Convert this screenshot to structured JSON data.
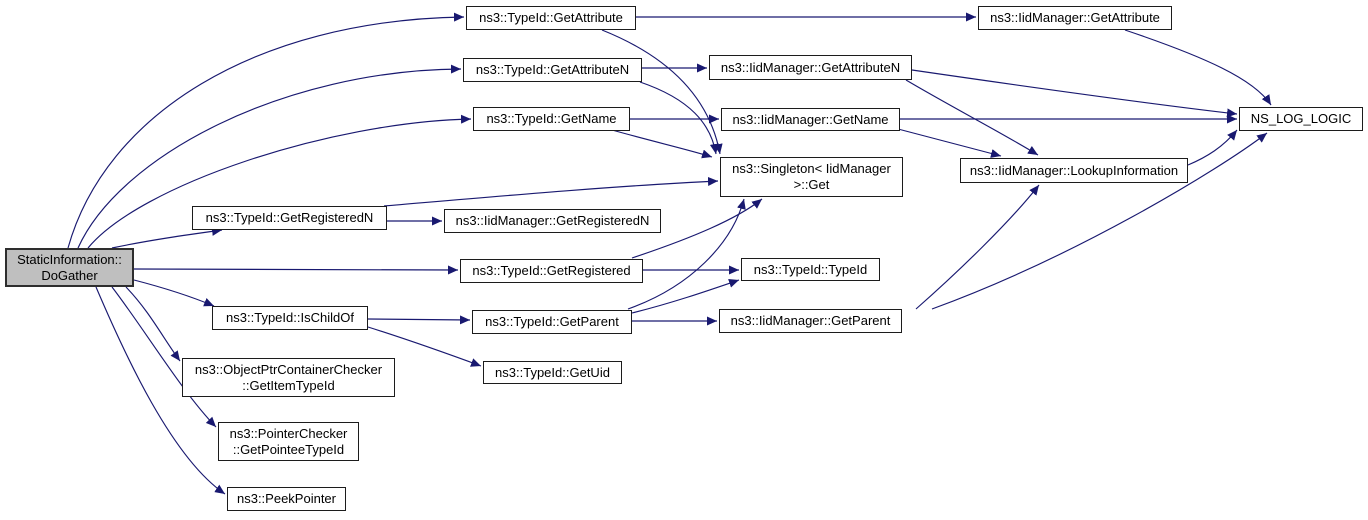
{
  "diagram": {
    "type": "call-graph",
    "colors": {
      "edge": "#191970",
      "node_border": "#1c1c1c",
      "node_fill": "#ffffff",
      "highlight_fill": "#bfbfbf",
      "text": "#000000",
      "background": "#ffffff"
    },
    "nodes": [
      {
        "id": "dogather",
        "highlighted": true,
        "label_lines": [
          "StaticInformation::",
          "DoGather"
        ]
      },
      {
        "id": "tid-getattribute",
        "highlighted": false,
        "label_lines": [
          "ns3::TypeId::GetAttribute"
        ]
      },
      {
        "id": "tid-getattributen",
        "highlighted": false,
        "label_lines": [
          "ns3::TypeId::GetAttributeN"
        ]
      },
      {
        "id": "tid-getname",
        "highlighted": false,
        "label_lines": [
          "ns3::TypeId::GetName"
        ]
      },
      {
        "id": "tid-getregisteredn",
        "highlighted": false,
        "label_lines": [
          "ns3::TypeId::GetRegisteredN"
        ]
      },
      {
        "id": "iid-getregisteredn",
        "highlighted": false,
        "label_lines": [
          "ns3::IidManager::GetRegisteredN"
        ]
      },
      {
        "id": "tid-getregistered",
        "highlighted": false,
        "label_lines": [
          "ns3::TypeId::GetRegistered"
        ]
      },
      {
        "id": "tid-getparent",
        "highlighted": false,
        "label_lines": [
          "ns3::TypeId::GetParent"
        ]
      },
      {
        "id": "tid-getuid",
        "highlighted": false,
        "label_lines": [
          "ns3::TypeId::GetUid"
        ]
      },
      {
        "id": "tid-ischildof",
        "highlighted": false,
        "label_lines": [
          "ns3::TypeId::IsChildOf"
        ]
      },
      {
        "id": "optrcc-getitemtypeid",
        "highlighted": false,
        "label_lines": [
          "ns3::ObjectPtrContainerChecker",
          "::GetItemTypeId"
        ]
      },
      {
        "id": "ptrc-getpointeetypeid",
        "highlighted": false,
        "label_lines": [
          "ns3::PointerChecker",
          "::GetPointeeTypeId"
        ]
      },
      {
        "id": "peekpointer",
        "highlighted": false,
        "label_lines": [
          "ns3::PeekPointer"
        ]
      },
      {
        "id": "iid-getattributen",
        "highlighted": false,
        "label_lines": [
          "ns3::IidManager::GetAttributeN"
        ]
      },
      {
        "id": "iid-getname",
        "highlighted": false,
        "label_lines": [
          "ns3::IidManager::GetName"
        ]
      },
      {
        "id": "singleton-get",
        "highlighted": false,
        "label_lines": [
          "ns3::Singleton< IidManager",
          ">::Get"
        ]
      },
      {
        "id": "tid-typeid",
        "highlighted": false,
        "label_lines": [
          "ns3::TypeId::TypeId"
        ]
      },
      {
        "id": "iid-getparent",
        "highlighted": false,
        "label_lines": [
          "ns3::IidManager::GetParent"
        ]
      },
      {
        "id": "iid-getattribute",
        "highlighted": false,
        "label_lines": [
          "ns3::IidManager::GetAttribute"
        ]
      },
      {
        "id": "iid-lookupinformation",
        "highlighted": false,
        "label_lines": [
          "ns3::IidManager::LookupInformation"
        ]
      },
      {
        "id": "ns-log-logic",
        "highlighted": false,
        "label_lines": [
          "NS_LOG_LOGIC"
        ]
      }
    ],
    "edges": [
      {
        "from": "dogather",
        "to": "tid-getattribute"
      },
      {
        "from": "dogather",
        "to": "tid-getattributen"
      },
      {
        "from": "dogather",
        "to": "tid-getname"
      },
      {
        "from": "dogather",
        "to": "tid-getregisteredn"
      },
      {
        "from": "dogather",
        "to": "tid-getregistered"
      },
      {
        "from": "dogather",
        "to": "tid-ischildof"
      },
      {
        "from": "dogather",
        "to": "optrcc-getitemtypeid"
      },
      {
        "from": "dogather",
        "to": "ptrc-getpointeetypeid"
      },
      {
        "from": "dogather",
        "to": "peekpointer"
      },
      {
        "from": "tid-getattribute",
        "to": "iid-getattribute"
      },
      {
        "from": "tid-getattribute",
        "to": "singleton-get"
      },
      {
        "from": "tid-getattributen",
        "to": "iid-getattributen"
      },
      {
        "from": "tid-getattributen",
        "to": "singleton-get"
      },
      {
        "from": "tid-getname",
        "to": "iid-getname"
      },
      {
        "from": "tid-getname",
        "to": "singleton-get"
      },
      {
        "from": "tid-getregisteredn",
        "to": "iid-getregisteredn"
      },
      {
        "from": "tid-getregisteredn",
        "to": "singleton-get"
      },
      {
        "from": "tid-getregistered",
        "to": "tid-typeid"
      },
      {
        "from": "tid-getregistered",
        "to": "singleton-get"
      },
      {
        "from": "tid-getparent",
        "to": "iid-getparent"
      },
      {
        "from": "tid-getparent",
        "to": "singleton-get"
      },
      {
        "from": "tid-getparent",
        "to": "tid-typeid"
      },
      {
        "from": "tid-ischildof",
        "to": "tid-getparent"
      },
      {
        "from": "tid-ischildof",
        "to": "tid-getuid"
      },
      {
        "from": "iid-getattributen",
        "to": "ns-log-logic"
      },
      {
        "from": "iid-getattributen",
        "to": "iid-lookupinformation"
      },
      {
        "from": "iid-getname",
        "to": "ns-log-logic"
      },
      {
        "from": "iid-getname",
        "to": "iid-lookupinformation"
      },
      {
        "from": "iid-getattribute",
        "to": "ns-log-logic"
      },
      {
        "from": "iid-lookupinformation",
        "to": "ns-log-logic"
      },
      {
        "from": "iid-getparent",
        "to": "iid-lookupinformation"
      },
      {
        "from": "iid-getparent",
        "to": "ns-log-logic"
      }
    ]
  }
}
